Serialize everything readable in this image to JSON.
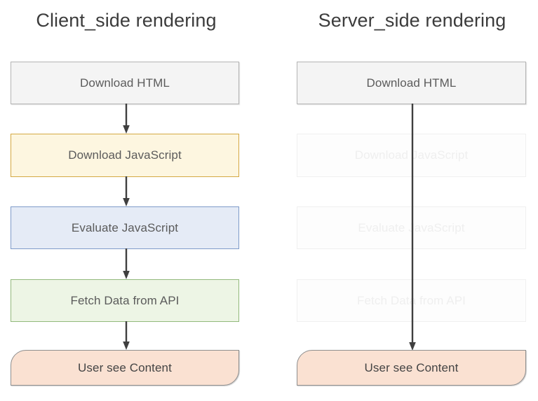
{
  "diagram": {
    "title_left": "Client_side rendering",
    "title_right": "Server_side rendering",
    "columns": [
      {
        "id": "client-side",
        "title": "Client_side rendering",
        "nodes": [
          {
            "label": "Download HTML",
            "style": "grey",
            "active": true
          },
          {
            "label": "Download JavaScript",
            "style": "yellow",
            "active": true
          },
          {
            "label": "Evaluate JavaScript",
            "style": "blue",
            "active": true
          },
          {
            "label": "Fetch Data from API",
            "style": "green",
            "active": true
          },
          {
            "label": "User see Content",
            "style": "salmon",
            "active": true
          }
        ],
        "arrows": [
          "down",
          "down",
          "down",
          "down"
        ]
      },
      {
        "id": "server-side",
        "title": "Server_side rendering",
        "nodes": [
          {
            "label": "Download HTML",
            "style": "grey",
            "active": true
          },
          {
            "label": "Download JavaScript",
            "style": "ghost",
            "active": false
          },
          {
            "label": "Evaluate JavaScript",
            "style": "ghost",
            "active": false
          },
          {
            "label": "Fetch Data from API",
            "style": "ghost",
            "active": false
          },
          {
            "label": "User see Content",
            "style": "salmon",
            "active": true
          }
        ],
        "arrows": [
          "down-long"
        ]
      }
    ],
    "colors": {
      "background": "#ffffff",
      "title_text": "#3c3c3c",
      "node_text": "#5b5b5b",
      "arrow": "#3f3f3f",
      "grey_fill": "#f4f4f4",
      "grey_border": "#b4b4b4",
      "yellow_fill": "#fdf6e0",
      "yellow_border": "#d4a843",
      "blue_fill": "#e5ebf6",
      "blue_border": "#7e9bc9",
      "green_fill": "#edf5e5",
      "green_border": "#92b97c",
      "salmon_fill": "#fae1d2",
      "salmon_border": "#8e8e8e",
      "ghost_fill": "#fdfdfd",
      "ghost_border": "#f0f0f0",
      "ghost_text": "#efefef"
    }
  }
}
